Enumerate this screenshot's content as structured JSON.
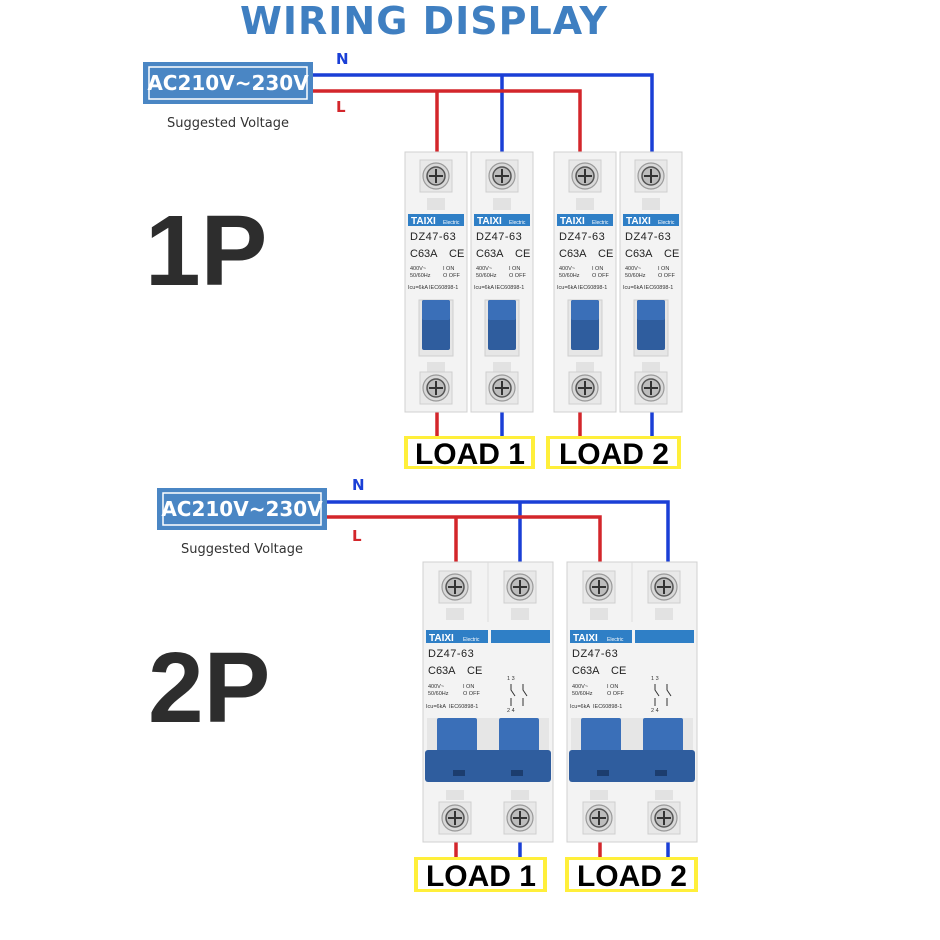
{
  "header": {
    "title": "WIRING DISPLAY"
  },
  "colors": {
    "neutral_wire": "#1a3fd6",
    "live_wire": "#d3262b",
    "title_blue": "#3f7fc1",
    "voltage_box": "#4a86c4",
    "load_highlight": "#ffef3a",
    "breaker_blue": "#2f5d9e",
    "breaker_body": "#f3f3f3"
  },
  "sections": [
    {
      "id": "1p",
      "label": "1P",
      "voltage": {
        "text": "AC210V~230V",
        "caption": "Suggested Voltage"
      },
      "wire_labels": {
        "neutral": "N",
        "live": "L"
      },
      "breakers": [
        {
          "brand": "TAIXI",
          "brand_sub": "Electric",
          "model": "DZ47-63",
          "rating": "C63A",
          "ce": "CE",
          "spec1": "400V~",
          "spec2": "50/60Hz",
          "on": "I ON",
          "off": "O OFF",
          "icu": "Icu=6kA",
          "std": "IEC60898-1",
          "wire": "live"
        },
        {
          "brand": "TAIXI",
          "brand_sub": "Electric",
          "model": "DZ47-63",
          "rating": "C63A",
          "ce": "CE",
          "spec1": "400V~",
          "spec2": "50/60Hz",
          "on": "I ON",
          "off": "O OFF",
          "icu": "Icu=6kA",
          "std": "IEC60898-1",
          "wire": "neutral"
        },
        {
          "brand": "TAIXI",
          "brand_sub": "Electric",
          "model": "DZ47-63",
          "rating": "C63A",
          "ce": "CE",
          "spec1": "400V~",
          "spec2": "50/60Hz",
          "on": "I ON",
          "off": "O OFF",
          "icu": "Icu=6kA",
          "std": "IEC60898-1",
          "wire": "live"
        },
        {
          "brand": "TAIXI",
          "brand_sub": "Electric",
          "model": "DZ47-63",
          "rating": "C63A",
          "ce": "CE",
          "spec1": "400V~",
          "spec2": "50/60Hz",
          "on": "I ON",
          "off": "O OFF",
          "icu": "Icu=6kA",
          "std": "IEC60898-1",
          "wire": "neutral"
        }
      ],
      "loads": [
        "LOAD 1",
        "LOAD 2"
      ]
    },
    {
      "id": "2p",
      "label": "2P",
      "voltage": {
        "text": "AC210V~230V",
        "caption": "Suggested Voltage"
      },
      "wire_labels": {
        "neutral": "N",
        "live": "L"
      },
      "breakers": [
        {
          "brand": "TAIXI",
          "brand_sub": "Electric",
          "model": "DZ47-63",
          "rating": "C63A",
          "ce": "CE",
          "spec1": "400V~",
          "spec2": "50/60Hz",
          "on": "I ON",
          "off": "O OFF",
          "icu": "Icu=6kA",
          "std": "IEC60898-1",
          "terminals_top": "1 3",
          "terminals_bottom": "2 4"
        },
        {
          "brand": "TAIXI",
          "brand_sub": "Electric",
          "model": "DZ47-63",
          "rating": "C63A",
          "ce": "CE",
          "spec1": "400V~",
          "spec2": "50/60Hz",
          "on": "I ON",
          "off": "O OFF",
          "icu": "Icu=6kA",
          "std": "IEC60898-1",
          "terminals_top": "1 3",
          "terminals_bottom": "2 4"
        }
      ],
      "loads": [
        "LOAD 1",
        "LOAD 2"
      ]
    }
  ]
}
